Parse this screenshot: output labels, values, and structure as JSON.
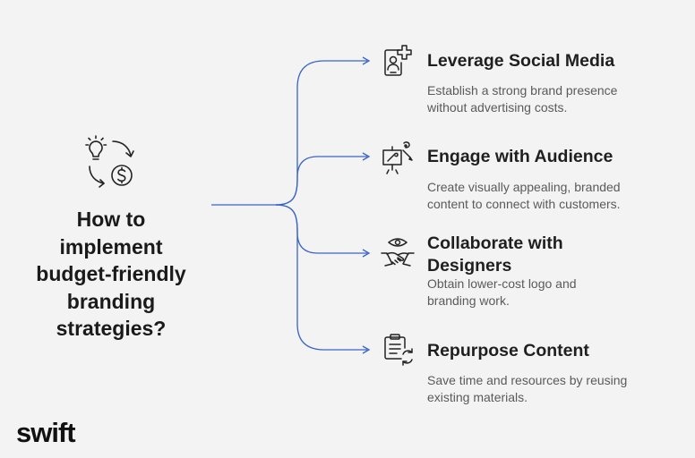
{
  "center": {
    "icon": "lightbulb-dollar-cycle-icon",
    "title_lines": [
      "How to",
      "implement",
      "budget-friendly",
      "branding",
      "strategies?"
    ]
  },
  "items": [
    {
      "icon": "profile-plus-icon",
      "title": "Leverage Social Media",
      "desc_lines": [
        "Establish a strong brand presence",
        "without advertising costs."
      ]
    },
    {
      "icon": "easel-brush-icon",
      "title": "Engage with Audience",
      "desc_lines": [
        "Create visually appealing, branded",
        "content to connect with customers."
      ]
    },
    {
      "icon": "eye-handshake-icon",
      "title_lines": [
        "Collaborate with",
        "Designers"
      ],
      "desc_lines": [
        "Obtain lower-cost logo and",
        "branding work."
      ]
    },
    {
      "icon": "document-refresh-icon",
      "title": "Repurpose Content",
      "desc_lines": [
        "Save time and resources by reusing",
        "existing materials."
      ]
    }
  ],
  "logo": {
    "text": "swift"
  },
  "colors": {
    "background": "#f3f3f3",
    "connector": "#3b63c7",
    "title": "#1f1f1f",
    "description": "#5a5a5a",
    "icon_stroke": "#222222"
  }
}
